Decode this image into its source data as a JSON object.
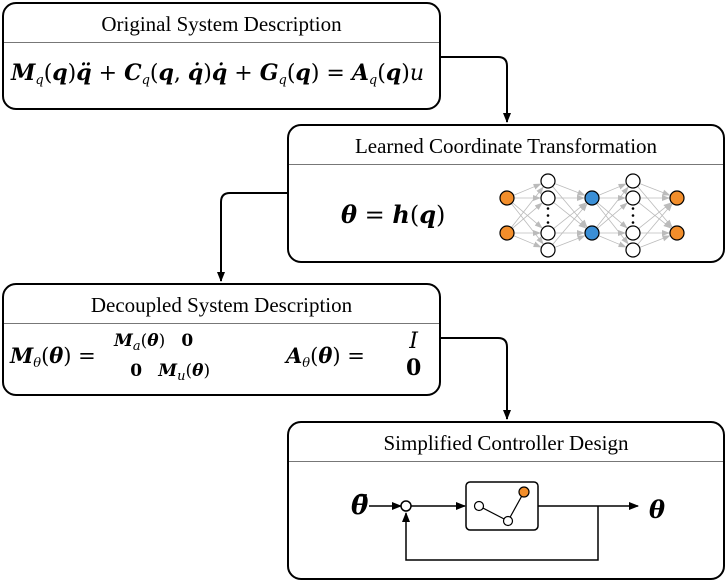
{
  "boxes": {
    "original": {
      "title": "Original System Description",
      "M": "M",
      "q": "q",
      "qdd": "q̈",
      "C": "C",
      "qd": "q̇",
      "G": "G",
      "A": "A",
      "u": "u",
      "qsub": "q"
    },
    "transform": {
      "title": "Learned Coordinate Transformation",
      "theta": "θ",
      "h": "h",
      "q": "q"
    },
    "decoupled": {
      "title": "Decoupled System Description",
      "M": "M",
      "theta": "θ",
      "Ma": "M",
      "a": "a",
      "Mu": "M",
      "u": "u",
      "zero": "0",
      "A": "A",
      "I": "I"
    },
    "controller": {
      "title": "Simplified Controller Design",
      "input": "θ̄",
      "output": "θ"
    }
  },
  "colors": {
    "orange": "#f28e2b",
    "blue": "#3b8fd6",
    "edge": "#bbbbbb"
  }
}
